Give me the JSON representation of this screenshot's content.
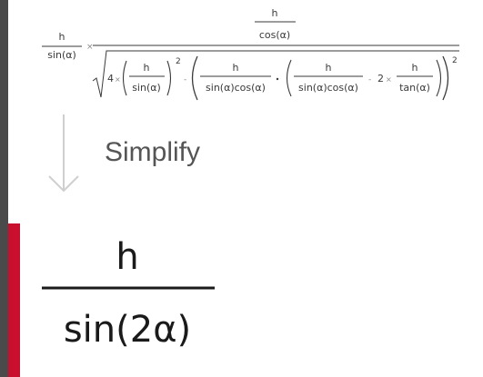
{
  "input": {
    "lead_numerator": "h",
    "lead_denominator": "sin(α)",
    "times": "×",
    "main_numerator_numerator": "h",
    "main_numerator_denominator": "cos(α)",
    "radical_coefficient": "4",
    "term1_numerator": "h",
    "term1_denominator": "sin(α)",
    "exponent_inner": "2",
    "minus": "-",
    "term2_numerator": "h",
    "term2_denominator": "sin(α)cos(α)",
    "term3_numerator": "h",
    "term3_denominator": "sin(α)cos(α)",
    "term3_coefficient": "2",
    "term4_numerator": "h",
    "term4_denominator": "tan(α)",
    "exponent_outer": "2"
  },
  "step_label": "Simplify",
  "result": {
    "numerator": "h",
    "denominator": "sin(2α)"
  },
  "colors": {
    "rail": "#4a4a4a",
    "accent": "#c8102e",
    "arrow": "#cfcfcf",
    "text": "#3a3a3a"
  }
}
